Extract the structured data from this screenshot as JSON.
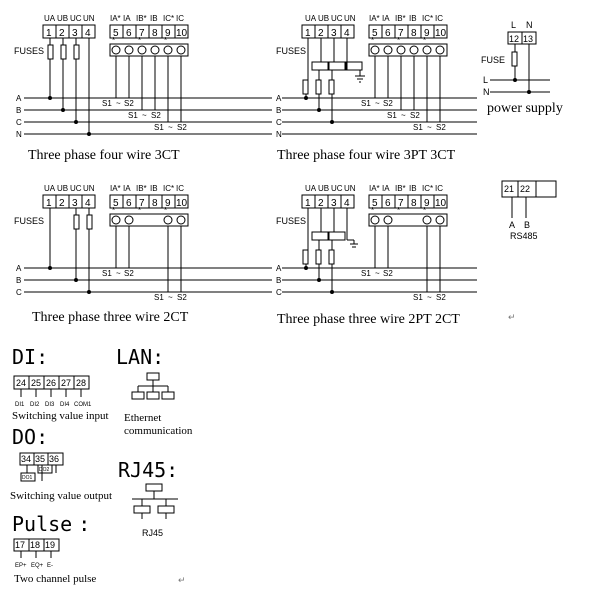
{
  "terminal_labels": {
    "voltage": [
      "UA",
      "UB",
      "UC",
      "UN"
    ],
    "current": [
      "IA*",
      "IA",
      "IB*",
      "IB",
      "IC*",
      "IC"
    ],
    "numbers": [
      "1",
      "2",
      "3",
      "4",
      "5",
      "6",
      "7",
      "8",
      "9",
      "10"
    ],
    "numbers_3wire": [
      "1",
      "2",
      "3",
      "4",
      "5",
      "6",
      "7",
      "8",
      "9",
      "10"
    ]
  },
  "lines": {
    "a": "A",
    "b": "B",
    "c": "C",
    "n": "N",
    "l": "L"
  },
  "fuses": "FUSES",
  "ct": {
    "s1": "S1",
    "s2": "S2"
  },
  "diagrams": {
    "d1_caption": "Three phase four wire 3CT",
    "d2_caption": "Three phase four wire 3PT 3CT",
    "d3_caption": "Three phase three wire 2CT",
    "d4_caption": "Three phase three wire 2PT 2CT"
  },
  "power_supply": {
    "l": "L",
    "n": "N",
    "terminals": [
      "12",
      "13"
    ],
    "fuse": "FUSE",
    "caption": "power supply"
  },
  "rs485": {
    "terminals": [
      "21",
      "22"
    ],
    "a": "A",
    "b": "B",
    "caption": "RS485"
  },
  "di": {
    "title": "DI:",
    "terminals": [
      "24",
      "25",
      "26",
      "27",
      "28"
    ],
    "sub": [
      "DI1",
      "DI2",
      "DI3",
      "DI4",
      "COM1"
    ],
    "caption": "Switching value input"
  },
  "do": {
    "title": "DO:",
    "terminals": [
      "34",
      "35",
      "36"
    ],
    "sub_a": "DO1",
    "sub_b": "DO2",
    "caption": "Switching value output"
  },
  "pulse": {
    "title": "Pulse",
    "title_suffix": ":",
    "terminals": [
      "17",
      "18",
      "19"
    ],
    "sub": [
      "EP+",
      "EQ+",
      "E-"
    ],
    "caption": "Two channel pulse"
  },
  "lan": {
    "title": "LAN:",
    "caption_1": "Ethernet",
    "caption_2": "communication"
  },
  "rj45": {
    "title": "RJ45:",
    "caption": "RJ45"
  },
  "marks": {
    "paragraph": "↵"
  }
}
